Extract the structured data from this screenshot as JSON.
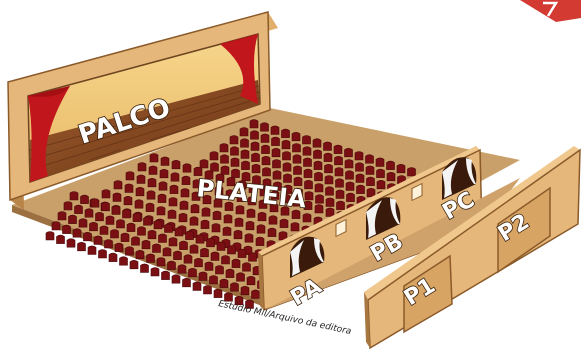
{
  "labels": {
    "stage": "PALCO",
    "audience": "PLATEIA",
    "box_a": "PA",
    "box_b": "PB",
    "box_c": "PC",
    "corridor_1": "P1",
    "corridor_2": "P2"
  },
  "credit": "Estúdio Mil/Arquivo da editora",
  "colors": {
    "wall": "#e6b77a",
    "wall_dark": "#b98448",
    "floor": "#caa06a",
    "stage_wood": "#8a4a22",
    "curtain": "#c0161c",
    "seat": "#7a1014",
    "badge": "#d23a32"
  }
}
